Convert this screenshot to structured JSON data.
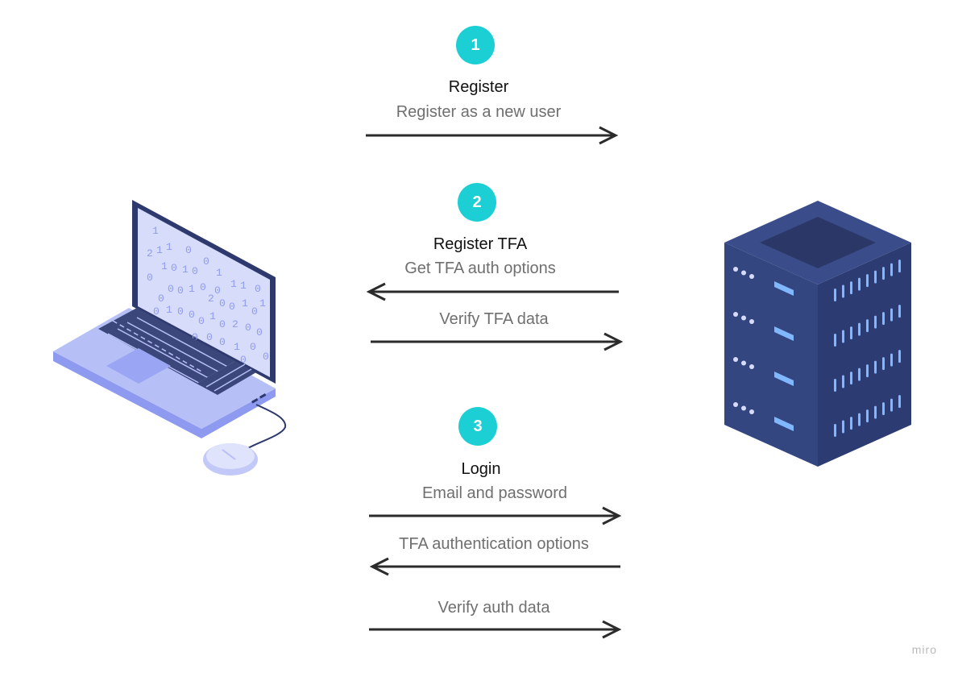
{
  "steps": [
    {
      "number": "1",
      "title": "Register",
      "messages": [
        {
          "text": "Register as a new user",
          "direction": "right"
        }
      ]
    },
    {
      "number": "2",
      "title": "Register TFA",
      "messages": [
        {
          "text": "Get TFA auth options",
          "direction": "left"
        },
        {
          "text": "Verify TFA data",
          "direction": "right"
        }
      ]
    },
    {
      "number": "3",
      "title": "Login",
      "messages": [
        {
          "text": "Email and password",
          "direction": "right"
        },
        {
          "text": "TFA authentication options",
          "direction": "left"
        },
        {
          "text": "Verify auth data",
          "direction": "right"
        }
      ]
    }
  ],
  "screen_digits": [
    "1",
    "2",
    "1",
    "1",
    "0",
    "0",
    "0",
    "1",
    "0",
    "1",
    "0",
    "1",
    "0",
    "0",
    "0",
    "1",
    "0",
    "0",
    "1",
    "1",
    "0",
    "0",
    "1",
    "0",
    "0",
    "2",
    "0",
    "0",
    "1",
    "0",
    "1",
    "0",
    "1",
    "0",
    "2",
    "0",
    "0",
    "0",
    "0",
    "0",
    "1",
    "0",
    "0",
    "0"
  ],
  "watermark": "miro",
  "colors": {
    "badge": "#1ccfd4",
    "arrow": "#2b2b2b",
    "laptop_light": "#a8b2f5",
    "laptop_dark": "#2e3a6e",
    "server_body": "#34467f",
    "server_top": "#2d3b6c",
    "server_led": "#7fb8ff"
  }
}
